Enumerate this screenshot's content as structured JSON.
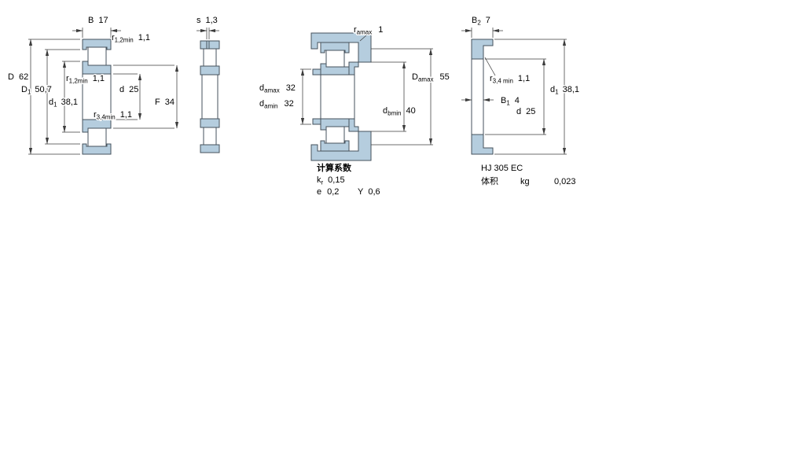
{
  "colors": {
    "part_fill": "#b5cdde",
    "part_outline": "#46525c",
    "dim_line": "#3c3c3c",
    "text": "#000000",
    "background": "#ffffff"
  },
  "v1": {
    "B": {
      "b": "B",
      "v": "17"
    },
    "r12a": {
      "b": "r",
      "s": "1,2min",
      "v": "1,1"
    },
    "D": {
      "b": "D",
      "v": "62"
    },
    "D1": {
      "b": "D",
      "s": "1",
      "v": "50,7"
    },
    "r12b": {
      "b": "r",
      "s": "1,2min",
      "v": "1,1"
    },
    "d1": {
      "b": "d",
      "s": "1",
      "v": "38,1"
    },
    "d": {
      "b": "d",
      "v": "25"
    },
    "r34": {
      "b": "r",
      "s": "3,4min",
      "v": "1,1"
    },
    "F": {
      "b": "F",
      "v": "34"
    }
  },
  "v2": {
    "s": {
      "b": "s",
      "v": "1,3"
    }
  },
  "v3": {
    "ra": {
      "b": "r",
      "s": "amax",
      "v": "1"
    },
    "damax": {
      "b": "d",
      "s": "amax",
      "v": "32"
    },
    "damin": {
      "b": "d",
      "s": "amin",
      "v": "32"
    },
    "Damax": {
      "b": "D",
      "s": "amax",
      "v": "55"
    },
    "dbmin": {
      "b": "d",
      "s": "bmin",
      "v": "40"
    }
  },
  "calc": {
    "heading": "计算系数",
    "kr": {
      "b": "k",
      "s": "r",
      "v": "0,15"
    },
    "e": {
      "b": "e",
      "v": "0,2"
    },
    "Y": {
      "b": "Y",
      "v": "0,6"
    }
  },
  "ring": {
    "B2": {
      "b": "B",
      "s": "2",
      "v": "7"
    },
    "r34": {
      "b": "r",
      "s": "3,4 min",
      "v": "1,1"
    },
    "d1": {
      "b": "d",
      "s": "1",
      "v": "38,1"
    },
    "B1": {
      "b": "B",
      "s": "1",
      "v": "4"
    },
    "d": {
      "b": "d",
      "v": "25"
    },
    "designation": "HJ 305 EC",
    "mass_label": "体积",
    "mass_unit": "kg",
    "mass_value": "0,023"
  }
}
